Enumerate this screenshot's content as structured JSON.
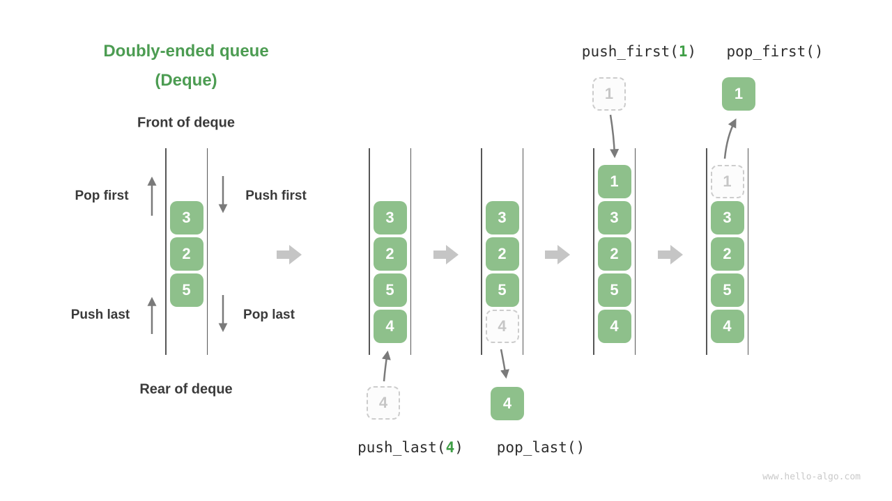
{
  "page": {
    "title_line1": "Doubly-ended queue",
    "title_line2": "(Deque)",
    "front_label": "Front of deque",
    "rear_label": "Rear of deque",
    "watermark": "www.hello-algo.com"
  },
  "colors": {
    "element_green": "#8ec08b",
    "title_green": "#4c9c52",
    "code_arg_green": "#3f9e46",
    "label_dark": "#3a3a3a",
    "step_arrow_gray": "#c5c5c5",
    "thin_arrow_gray": "#7a7a7a",
    "ghost_border_gray": "#cccccc"
  },
  "operations": {
    "pop_first_label": "Pop first",
    "push_first_label": "Push first",
    "push_last_label": "Push last",
    "pop_last_label": "Pop last",
    "push_last_code": {
      "prefix": "push_last(",
      "arg": "4",
      "suffix": ")"
    },
    "pop_last_code": "pop_last()",
    "push_first_code": {
      "prefix": "push_first(",
      "arg": "1",
      "suffix": ")"
    },
    "pop_first_code": "pop_first()"
  },
  "queues": {
    "initial": {
      "items": [
        "3",
        "2",
        "5"
      ]
    },
    "after_push_last": {
      "items": [
        "3",
        "2",
        "5",
        "4"
      ],
      "staged_item": "4"
    },
    "after_pop_last": {
      "items": [
        "3",
        "2",
        "5"
      ],
      "ghost_item": "4",
      "popped_item": "4"
    },
    "after_push_first": {
      "items": [
        "1",
        "3",
        "2",
        "5",
        "4"
      ],
      "staged_item": "1"
    },
    "after_pop_first": {
      "items": [
        "3",
        "2",
        "5",
        "4"
      ],
      "ghost_item": "1",
      "popped_item": "1"
    }
  }
}
